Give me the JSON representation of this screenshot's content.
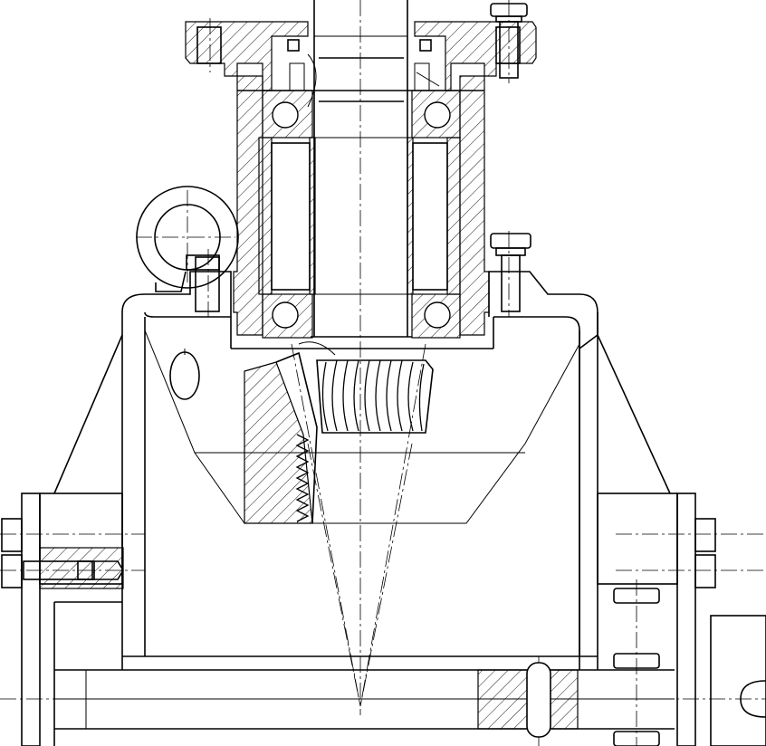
{
  "drawing": {
    "type": "mechanical-cross-section",
    "colors": {
      "line": "#000000",
      "background": "#ffffff"
    },
    "components": [
      "shaft",
      "top-flange",
      "bearing-housing",
      "ball-bearing-top-left",
      "ball-bearing-top-right",
      "ball-bearing-bottom-left",
      "ball-bearing-bottom-right",
      "roller-bearing",
      "lifting-eye",
      "hex-bolt-top",
      "hex-bolt-middle",
      "spiral-bevel-gear",
      "gearbox-casing",
      "side-flange-left",
      "side-flange-right",
      "base-plate",
      "dowel-pin"
    ]
  }
}
